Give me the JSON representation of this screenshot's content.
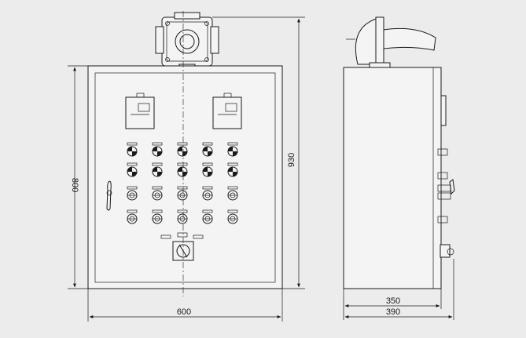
{
  "dimensions": {
    "front_width": "600",
    "front_height": "800",
    "total_height": "930",
    "side_depth": "350",
    "side_total_depth": "390"
  }
}
